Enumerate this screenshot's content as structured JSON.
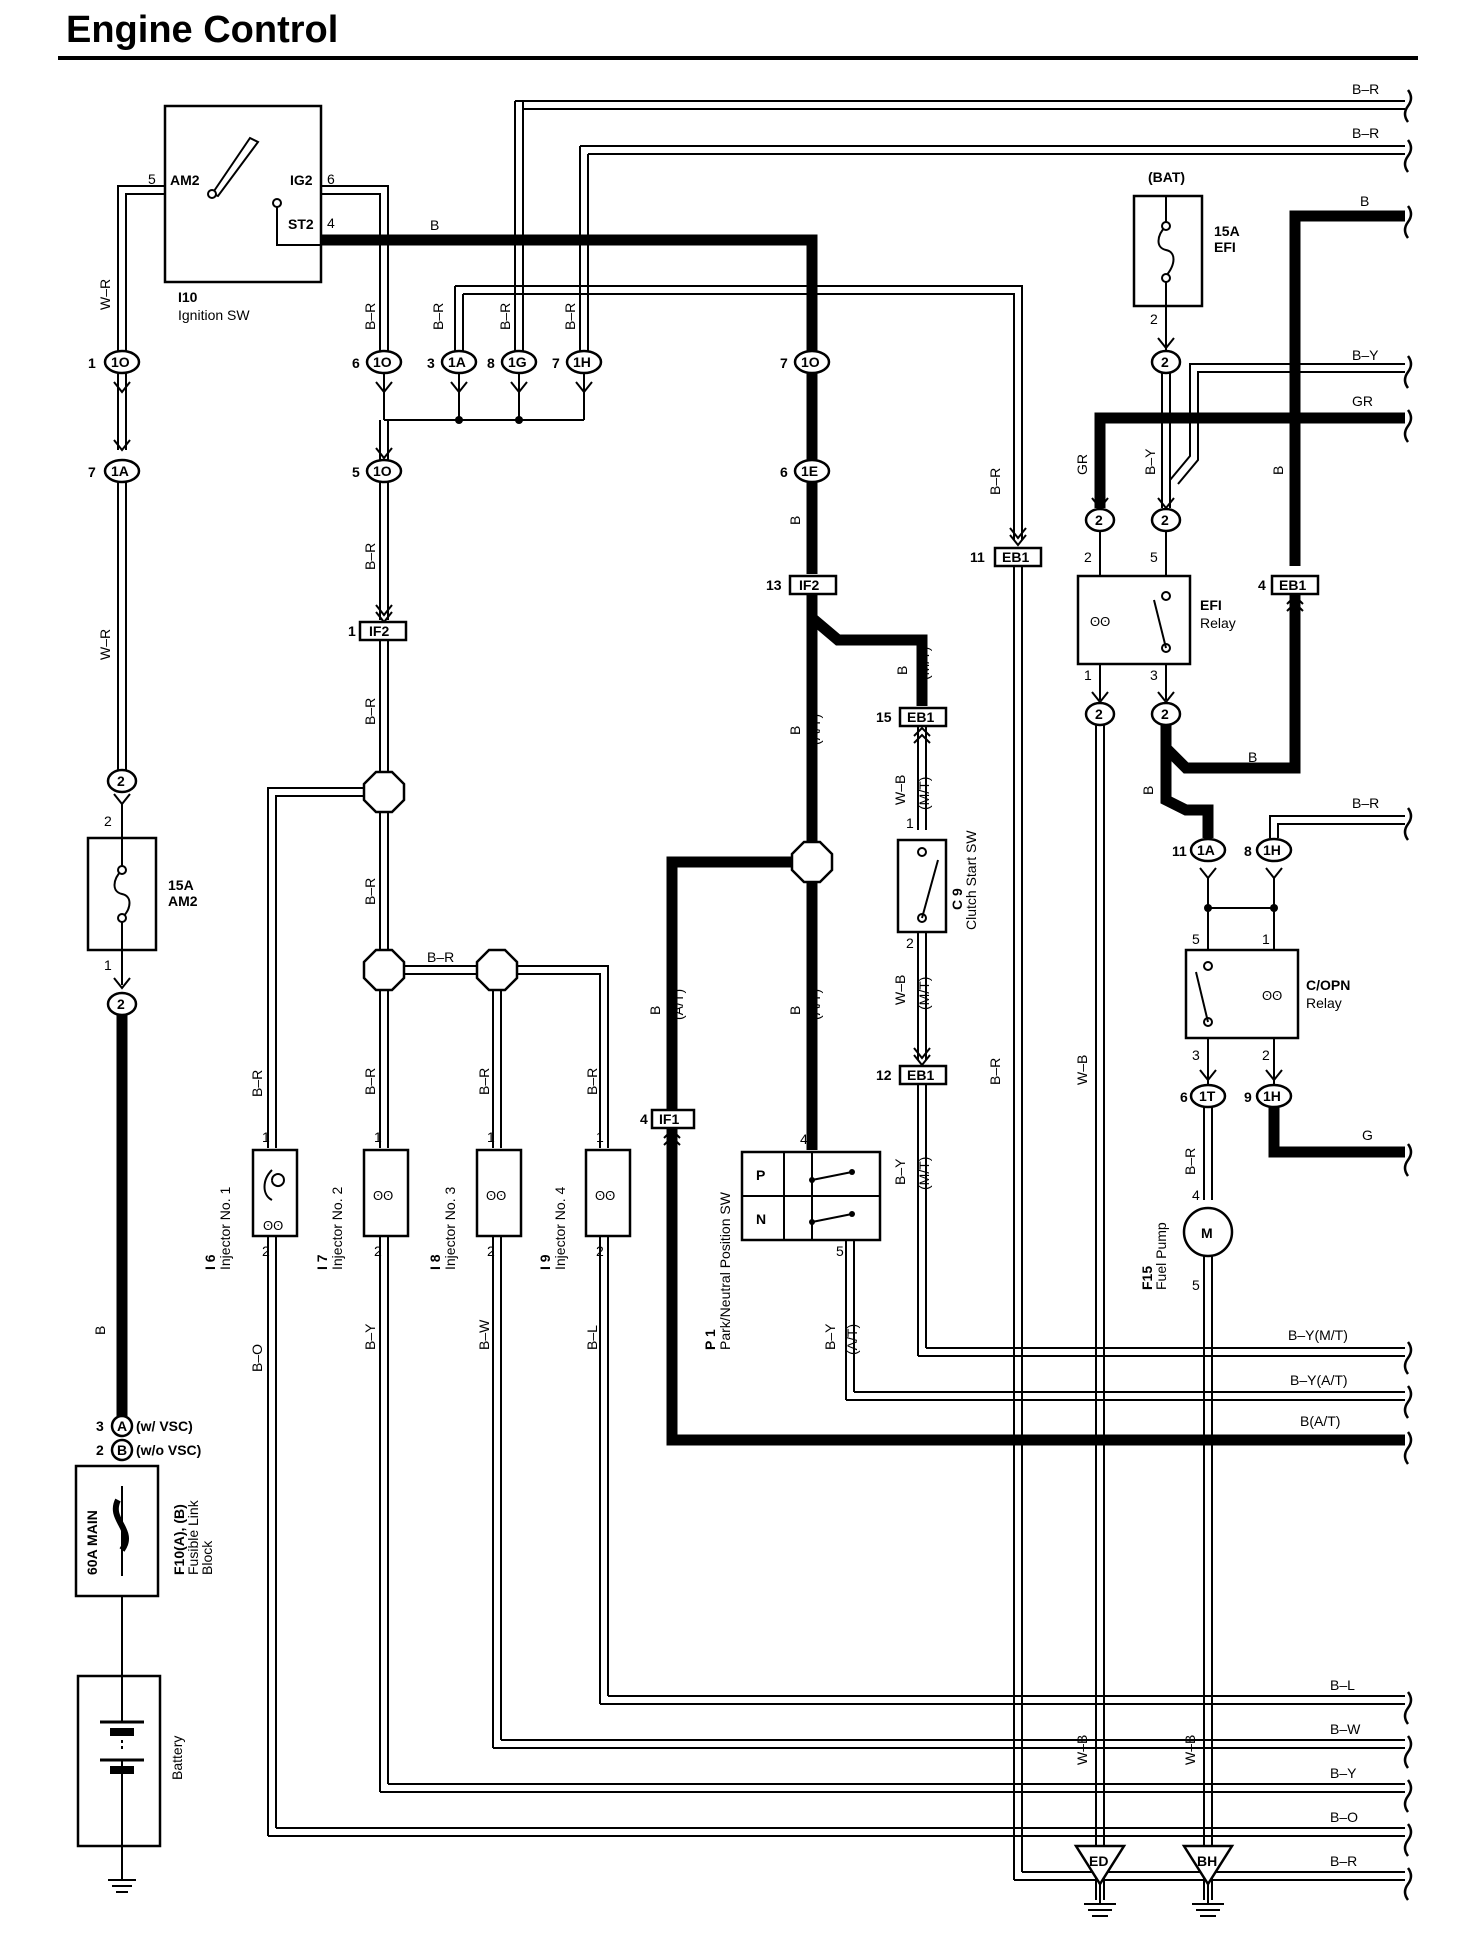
{
  "title": "Engine Control",
  "components": {
    "ignition_sw": {
      "id": "I10",
      "name": "Ignition SW",
      "pin_am2": "AM2",
      "pin_ig2": "IG2",
      "pin_st2": "ST2",
      "pin5": "5",
      "pin6": "6",
      "pin4": "4"
    },
    "bat_fuse": {
      "source": "(BAT)",
      "rating": "15A",
      "name": "EFI",
      "pin": "2"
    },
    "am2_fuse": {
      "rating": "15A",
      "name": "AM2",
      "pin_top": "2",
      "pin_bottom": "1"
    },
    "efi_relay": {
      "name1": "EFI",
      "name2": "Relay",
      "pin2": "2",
      "pin5": "5",
      "pin1": "1",
      "pin3": "3"
    },
    "copn_relay": {
      "name1": "C/OPN",
      "name2": "Relay",
      "pin5": "5",
      "pin1": "1",
      "pin3": "3",
      "pin2": "2"
    },
    "clutch_sw": {
      "id": "C 9",
      "name": "Clutch Start SW",
      "pin1": "1",
      "pin2": "2"
    },
    "pn_sw": {
      "id": "P 1",
      "name": "Park/Neutral Position SW",
      "p": "P",
      "n": "N",
      "pin4": "4",
      "pin5": "5"
    },
    "fuel_pump": {
      "id": "F15",
      "name": "Fuel Pump",
      "motor": "M",
      "pin4": "4",
      "pin5": "5"
    },
    "injectors": [
      {
        "id": "I 6",
        "name": "Injector No. 1"
      },
      {
        "id": "I 7",
        "name": "Injector No. 2"
      },
      {
        "id": "I 8",
        "name": "Injector No. 3"
      },
      {
        "id": "I 9",
        "name": "Injector No. 4"
      }
    ],
    "fusible_link": {
      "rating": "60A MAIN",
      "id": "F10(A), (B)",
      "name1": "Fusible Link",
      "name2": "Block",
      "a_note": "(w/ VSC)",
      "b_note": "(w/o VSC)",
      "a": "A",
      "b": "B",
      "pin3": "3",
      "pin2": "2"
    },
    "battery": {
      "name": "Battery"
    },
    "grounds": {
      "ed": "ED",
      "bh": "BH"
    }
  },
  "connectors": {
    "c1O_1": "1O",
    "c1A_7": "1A",
    "c2_am2_top": "2",
    "c2_am2_bot": "2",
    "c1O_6": "1O",
    "c1A_3": "1A",
    "c1G_8": "1G",
    "c1H_7": "1H",
    "c1O_5": "1O",
    "c1O_7": "1O",
    "c1E_6": "1E",
    "cIF2_13": "IF2",
    "cIF2_1": "IF2",
    "cEB1_15": "EB1",
    "cEB1_12": "EB1",
    "cEB1_11": "EB1",
    "cEB1_4": "EB1",
    "cIF1_4": "IF1",
    "c2_efi": "2",
    "c2_gr": "2",
    "c2_by": "2",
    "c2_r1": "2",
    "c2_r3": "2",
    "c1A_11": "1A",
    "c1H_8": "1H",
    "c1T_6": "1T",
    "c1H_9": "1H"
  },
  "pins": {
    "p1": "1",
    "p7": "7",
    "p6": "6",
    "p3": "3",
    "p8": "8",
    "p5": "5",
    "p13": "13",
    "p15": "15",
    "p12": "12",
    "p11": "11",
    "p4": "4",
    "p2": "2",
    "p9": "9"
  },
  "wires": {
    "wr": "W–R",
    "br": "B–R",
    "b": "B",
    "by": "B–Y",
    "gr": "GR",
    "g": "G",
    "wb": "W–B",
    "bo": "B–O",
    "bw": "B–W",
    "bl": "B–L",
    "at": "(A/T)",
    "mt": "(M/T)",
    "right_br1": "B–R",
    "right_br2": "B–R",
    "right_b": "B",
    "right_by": "B–Y",
    "right_gr": "GR",
    "right_br3": "B–R",
    "right_g": "G",
    "bus_bymt": "B–Y(M/T)",
    "bus_byat": "B–Y(A/T)",
    "bus_bat": "B(A/T)",
    "bus_bl": "B–L",
    "bus_bw": "B–W",
    "bus_by": "B–Y",
    "bus_bo": "B–O",
    "bus_br": "B–R"
  }
}
